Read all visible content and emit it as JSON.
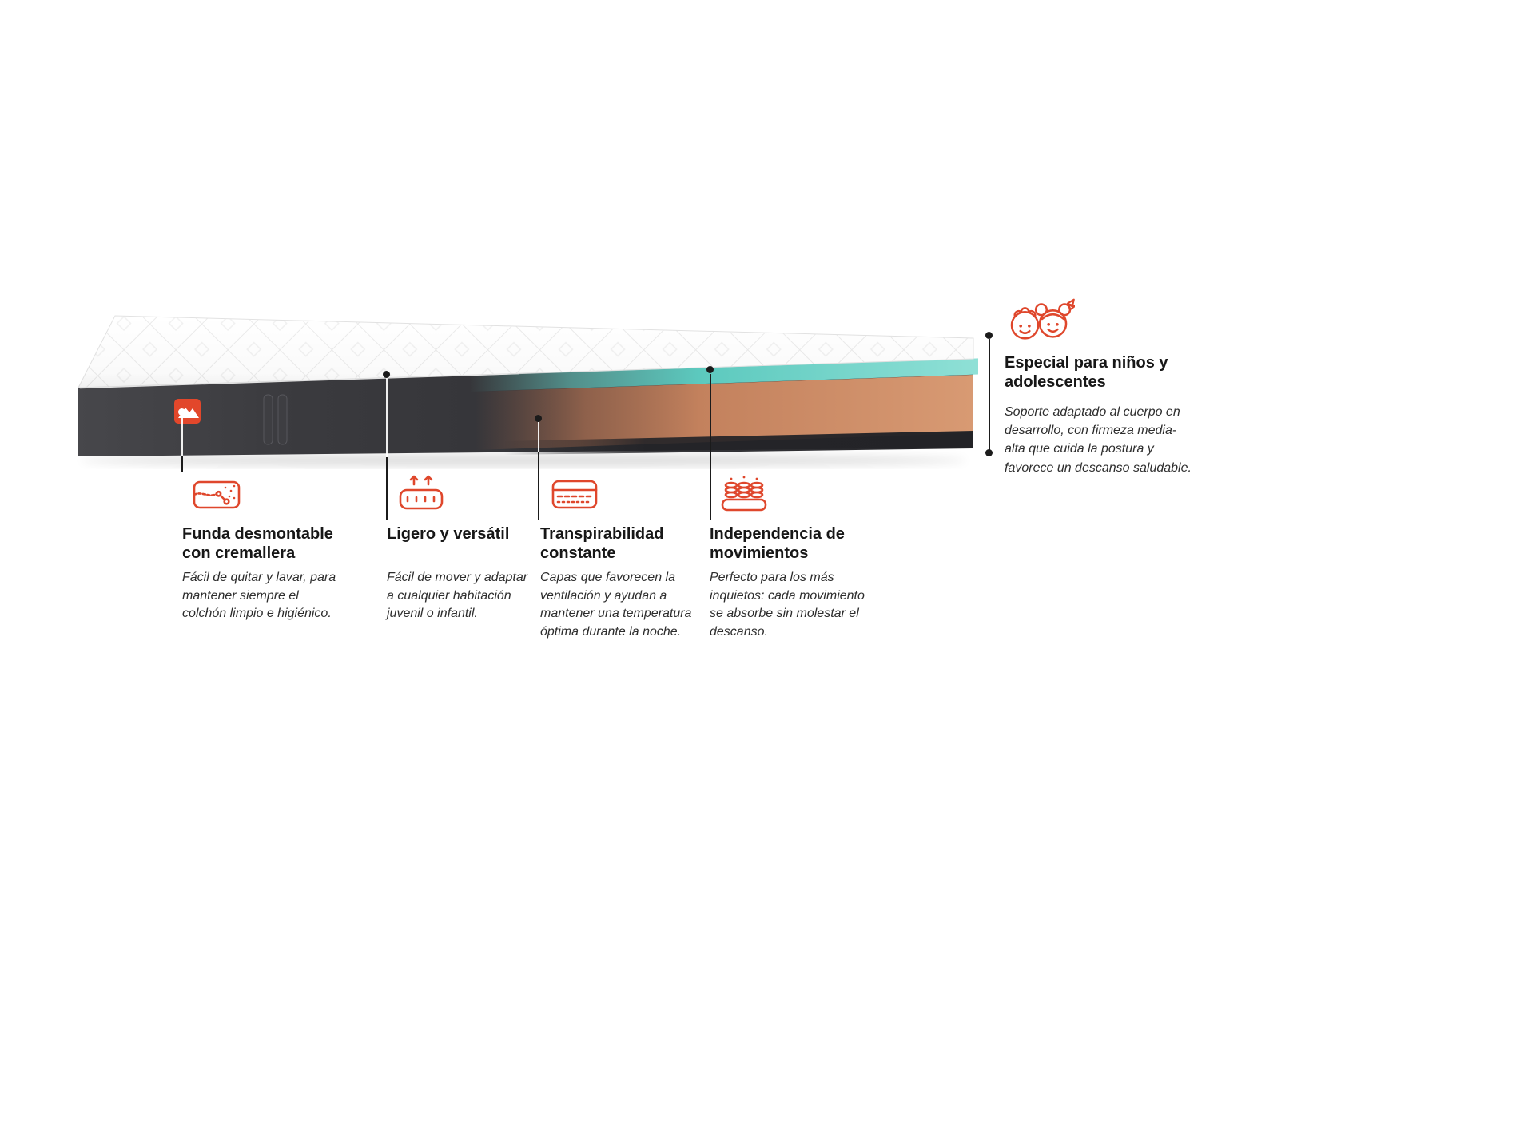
{
  "colors": {
    "accent": "#DF472C",
    "teal_layer": "#5CC9BE",
    "foam_layer": "#D28A64",
    "cover_dark": "#343438"
  },
  "mattress": {
    "icon": "mattress-cutaway-illustration",
    "brand_tag_icon": "mountain-logo-icon"
  },
  "features": [
    {
      "icon": "zipper-cover-icon",
      "title": "Funda desmontable con cremallera",
      "description": "Fácil de quitar y lavar, para mantener siempre el colchón limpio e higiénico."
    },
    {
      "icon": "lightweight-versatile-icon",
      "title": "Ligero y versátil",
      "description": "Fácil de mover y adaptar a cualquier habitación juvenil o infantil."
    },
    {
      "icon": "breathability-icon",
      "title": "Transpirabilidad constante",
      "description": "Capas que favorecen la ventilación y ayudan a mantener una temperatura óptima durante la noche."
    },
    {
      "icon": "motion-isolation-icon",
      "title": "Independencia de movimientos",
      "description": "Perfecto para los más inquietos: cada movimiento se absorbe sin molestar el descanso."
    }
  ],
  "highlight": {
    "icon": "children-icon",
    "title": "Especial para niños y adolescentes",
    "description": "Soporte adaptado al cuerpo en desarrollo, con firmeza media-alta que cuida la postura y favorece un descanso saludable."
  }
}
